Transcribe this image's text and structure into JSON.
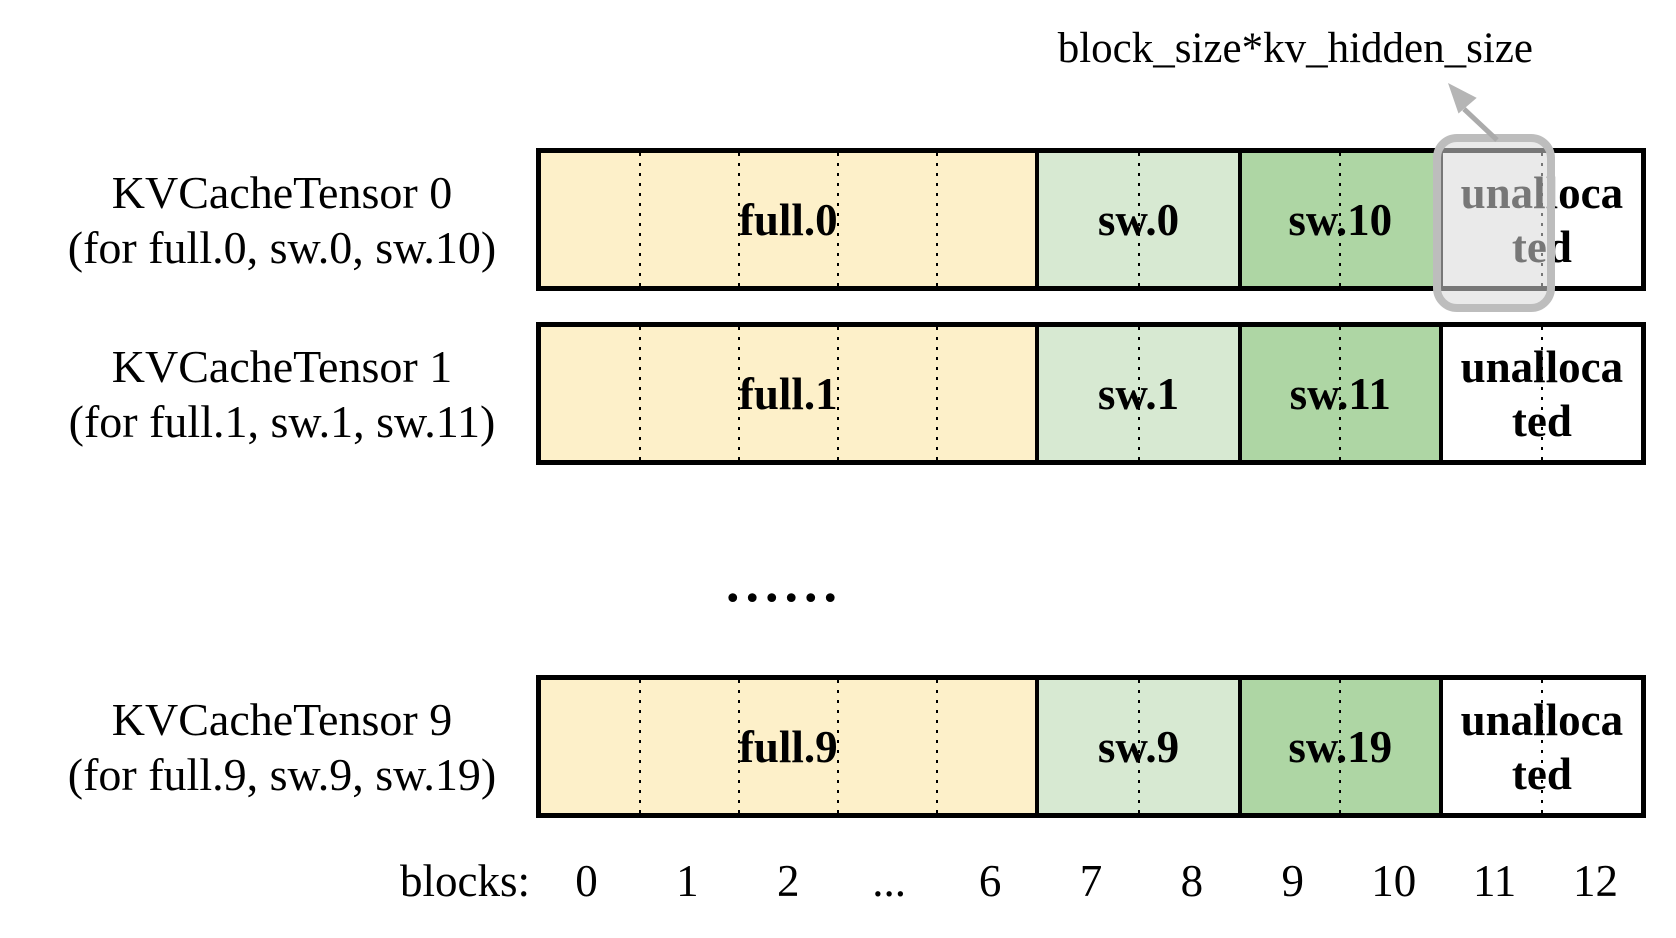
{
  "annotation": {
    "label": "block_size*kv_hidden_size"
  },
  "tensors": [
    {
      "title": "KVCacheTensor 0",
      "subtitle": "(for full.0, sw.0, sw.10)",
      "full": "full.0",
      "sw": "sw.0",
      "sw2": "sw.10",
      "unallocated_line1": "unalloca",
      "unallocated_line2": "ted"
    },
    {
      "title": "KVCacheTensor 1",
      "subtitle": "(for full.1, sw.1, sw.11)",
      "full": "full.1",
      "sw": "sw.1",
      "sw2": "sw.11",
      "unallocated_line1": "unalloca",
      "unallocated_line2": "ted"
    },
    {
      "title": "KVCacheTensor 9",
      "subtitle": "(for full.9, sw.9, sw.19)",
      "full": "full.9",
      "sw": "sw.9",
      "sw2": "sw.19",
      "unallocated_line1": "unalloca",
      "unallocated_line2": "ted"
    }
  ],
  "ellipsis": "......",
  "axis": {
    "label": "blocks:",
    "ticks": [
      "0",
      "1",
      "2",
      "...",
      "6",
      "7",
      "8",
      "9",
      "10",
      "11",
      "12"
    ]
  },
  "colors": {
    "full_fill": "#FDF0C9",
    "sw_fill": "#D7E9D2",
    "sw_second_fill": "#AED6A4",
    "unallocated_fill": "#FFFFFF",
    "border": "#000000",
    "highlight_border": "#BDBDBD",
    "highlight_fill": "#D8D8D8",
    "arrow": "#ABABAB"
  }
}
